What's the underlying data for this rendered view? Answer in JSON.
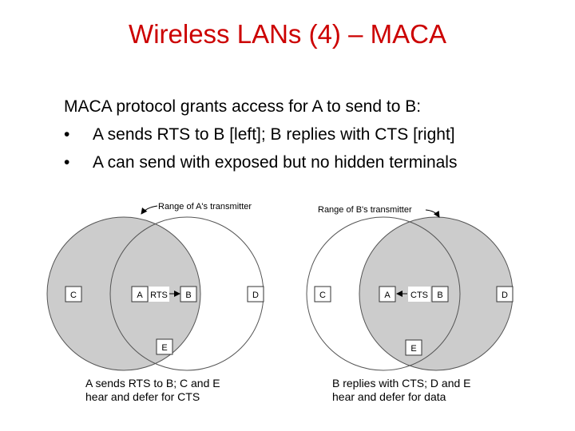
{
  "title": "Wireless LANs (4) – MACA",
  "intro": "MACA protocol grants access for A to send to B:",
  "bullets": [
    {
      "symbol": "•",
      "text": "A sends RTS to B [left]; B replies with CTS [right]"
    },
    {
      "symbol": "•",
      "text": "A can send with exposed but no hidden terminals"
    }
  ],
  "diagrams": [
    {
      "range_label": "Range of A's transmitter",
      "nodes": {
        "c": "C",
        "a": "A",
        "b": "B",
        "d": "D",
        "e": "E"
      },
      "message": "RTS",
      "caption_line1": "A sends RTS to B; C and E",
      "caption_line2": "hear and defer for CTS"
    },
    {
      "range_label": "Range of B's transmitter",
      "nodes": {
        "c": "C",
        "a": "A",
        "b": "B",
        "d": "D",
        "e": "E"
      },
      "message": "CTS",
      "caption_line1": "B replies with CTS; D and E",
      "caption_line2": "hear and defer for data"
    }
  ],
  "colors": {
    "title": "#cc0000",
    "shaded": "#cccccc"
  }
}
